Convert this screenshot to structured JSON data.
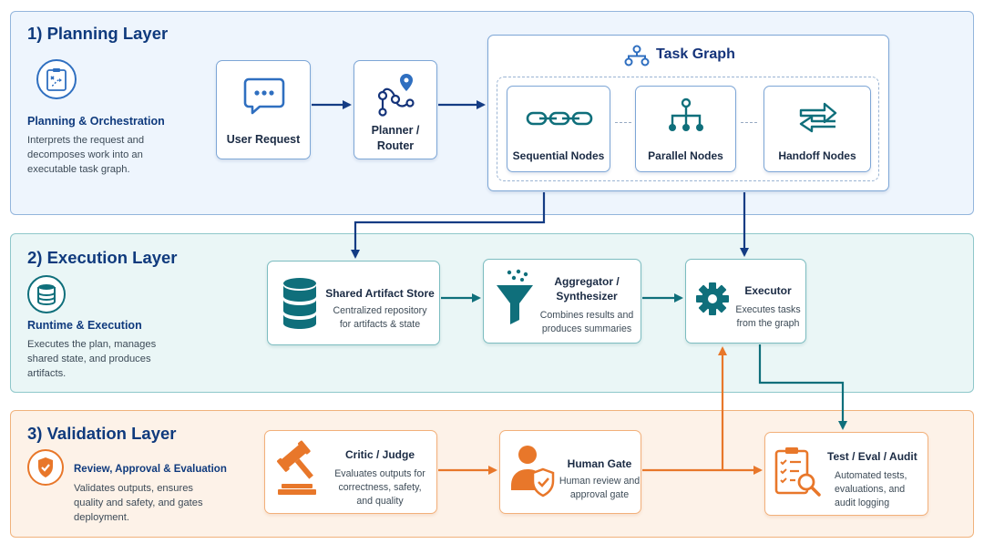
{
  "layers": [
    {
      "title": "1)  Planning Layer",
      "subtitle": "Planning & Orchestration",
      "desc": [
        "Interprets the request and",
        "decomposes work into an",
        "executable task graph."
      ],
      "color": "#0f3a7d",
      "icon": "clipboard-plan-icon"
    },
    {
      "title": "2)  Execution Layer",
      "subtitle": "Runtime & Execution",
      "desc": [
        "Executes the plan, manages",
        "shared state, and produces",
        "artifacts."
      ],
      "color": "#0b5e6a",
      "icon": "database-icon"
    },
    {
      "title": "3)  Validation Layer",
      "subtitle": "Review, Approval & Evaluation",
      "desc": [
        "Validates outputs, ensures",
        "quality and safety, and gates",
        "deployment."
      ],
      "color": "#0f3a7d",
      "icon": "shield-check-icon"
    }
  ],
  "planning": {
    "user_request": "User Request",
    "planner": [
      "Planner /",
      "Router"
    ],
    "task_graph": {
      "title": "Task Graph",
      "nodes": [
        "Sequential Nodes",
        "Parallel Nodes",
        "Handoff Nodes"
      ]
    }
  },
  "execution": {
    "store": {
      "title": "Shared Artifact Store",
      "desc": [
        "Centralized repository",
        "for artifacts & state"
      ]
    },
    "aggregator": {
      "title": [
        "Aggregator /",
        "Synthesizer"
      ],
      "desc": [
        "Combines results and",
        "produces summaries"
      ]
    },
    "executor": {
      "title": "Executor",
      "desc": [
        "Executes tasks",
        "from the graph"
      ]
    }
  },
  "validation": {
    "critic": {
      "title": "Critic / Judge",
      "desc": [
        "Evaluates outputs for",
        "correctness, safety,",
        "and quality"
      ]
    },
    "human": {
      "title": "Human Gate",
      "desc": [
        "Human review and",
        "approval gate"
      ]
    },
    "test": {
      "title": "Test / Eval / Audit",
      "desc": [
        "Automated tests,",
        "evaluations, and",
        "audit logging"
      ]
    }
  },
  "colors": {
    "navy": "#143c84",
    "teal": "#0f6f7b",
    "orange": "#e8772a"
  }
}
